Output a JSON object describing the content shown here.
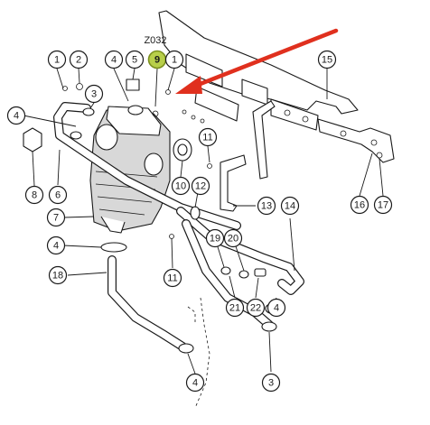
{
  "figure": {
    "highlight_code": "Z032",
    "accent_colors": {
      "highlight_fill": "#b8cf4a",
      "arrow": "#e0301e"
    },
    "callouts": [
      {
        "id": "c1a",
        "label": "1"
      },
      {
        "id": "c2",
        "label": "2"
      },
      {
        "id": "c4a",
        "label": "4"
      },
      {
        "id": "c5",
        "label": "5"
      },
      {
        "id": "c9",
        "label": "9",
        "highlight": true
      },
      {
        "id": "c1b",
        "label": "1"
      },
      {
        "id": "c3a",
        "label": "3"
      },
      {
        "id": "c4b",
        "label": "4"
      },
      {
        "id": "c15",
        "label": "15"
      },
      {
        "id": "c11a",
        "label": "11"
      },
      {
        "id": "c6",
        "label": "6"
      },
      {
        "id": "c8",
        "label": "8"
      },
      {
        "id": "c10",
        "label": "10"
      },
      {
        "id": "c12",
        "label": "12"
      },
      {
        "id": "c16",
        "label": "16"
      },
      {
        "id": "c17",
        "label": "17"
      },
      {
        "id": "c7",
        "label": "7"
      },
      {
        "id": "c13",
        "label": "13"
      },
      {
        "id": "c14",
        "label": "14"
      },
      {
        "id": "c4c",
        "label": "4"
      },
      {
        "id": "c19",
        "label": "19"
      },
      {
        "id": "c20",
        "label": "20"
      },
      {
        "id": "c18",
        "label": "18"
      },
      {
        "id": "c11b",
        "label": "11"
      },
      {
        "id": "c21",
        "label": "21"
      },
      {
        "id": "c22",
        "label": "22"
      },
      {
        "id": "c4d",
        "label": "4"
      },
      {
        "id": "c4e",
        "label": "4"
      },
      {
        "id": "c3b",
        "label": "3"
      }
    ]
  }
}
